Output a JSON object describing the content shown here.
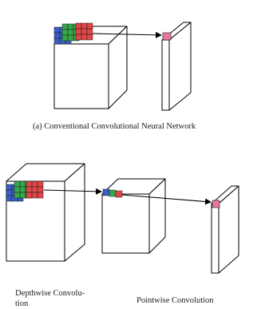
{
  "captions": {
    "conventional": "(a) Conventional Convolutional Neural Network",
    "depthwise_line1": "Depthwise Convolu-",
    "depthwise_line2": "tion",
    "pointwise": "Pointwise Convolution"
  },
  "colors": {
    "kernel_blue": "#3b5fc8",
    "kernel_green": "#36a84a",
    "kernel_red": "#e04646",
    "output_pixel": "#e8789a",
    "box_fill": "#ffffff",
    "edge": "#000000"
  },
  "elements": {
    "top_input_volume": "input feature map",
    "top_kernel": "3-channel kernel",
    "top_output": "output feature map",
    "bottom_input_volume": "input feature map",
    "depthwise_output": "depthwise output",
    "pointwise_output": "pointwise output"
  }
}
